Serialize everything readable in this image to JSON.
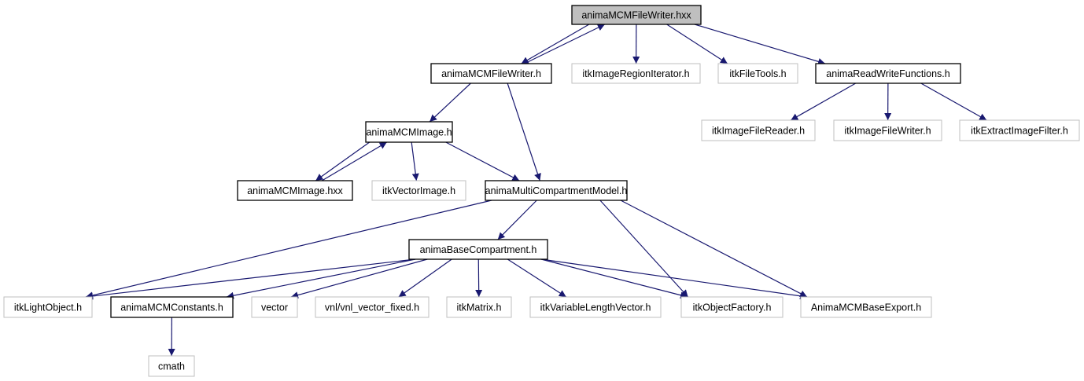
{
  "title": "animaMCMFileWriter.hxx include dependency graph",
  "colors": {
    "edge": "#191970",
    "node_border_doc": "#000000",
    "node_border_ext": "#bfbfbf",
    "root_fill": "#bfbfbf"
  },
  "nodes": [
    {
      "id": "root",
      "label": "animaMCMFileWriter.hxx",
      "kind": "root"
    },
    {
      "id": "fw_h",
      "label": "animaMCMFileWriter.h",
      "kind": "doc"
    },
    {
      "id": "iri",
      "label": "itkImageRegionIterator.h",
      "kind": "ext"
    },
    {
      "id": "ift",
      "label": "itkFileTools.h",
      "kind": "ext"
    },
    {
      "id": "rwf",
      "label": "animaReadWriteFunctions.h",
      "kind": "doc"
    },
    {
      "id": "ifr",
      "label": "itkImageFileReader.h",
      "kind": "ext"
    },
    {
      "id": "ifw",
      "label": "itkImageFileWriter.h",
      "kind": "ext"
    },
    {
      "id": "eif",
      "label": "itkExtractImageFilter.h",
      "kind": "ext"
    },
    {
      "id": "img_h",
      "label": "animaMCMImage.h",
      "kind": "doc"
    },
    {
      "id": "img_hxx",
      "label": "animaMCMImage.hxx",
      "kind": "doc"
    },
    {
      "id": "vimg",
      "label": "itkVectorImage.h",
      "kind": "ext"
    },
    {
      "id": "mcm",
      "label": "animaMultiCompartmentModel.h",
      "kind": "doc"
    },
    {
      "id": "bc",
      "label": "animaBaseCompartment.h",
      "kind": "doc"
    },
    {
      "id": "lo",
      "label": "itkLightObject.h",
      "kind": "ext"
    },
    {
      "id": "const",
      "label": "animaMCMConstants.h",
      "kind": "doc"
    },
    {
      "id": "vec",
      "label": "vector",
      "kind": "ext"
    },
    {
      "id": "vnl",
      "label": "vnl/vnl_vector_fixed.h",
      "kind": "ext"
    },
    {
      "id": "mat",
      "label": "itkMatrix.h",
      "kind": "ext"
    },
    {
      "id": "vlv",
      "label": "itkVariableLengthVector.h",
      "kind": "ext"
    },
    {
      "id": "of",
      "label": "itkObjectFactory.h",
      "kind": "ext"
    },
    {
      "id": "exp",
      "label": "AnimaMCMBaseExport.h",
      "kind": "ext"
    },
    {
      "id": "cmath",
      "label": "cmath",
      "kind": "ext"
    }
  ],
  "edges": [
    [
      "root",
      "fw_h"
    ],
    [
      "fw_h",
      "root"
    ],
    [
      "root",
      "iri"
    ],
    [
      "root",
      "ift"
    ],
    [
      "root",
      "rwf"
    ],
    [
      "rwf",
      "ifr"
    ],
    [
      "rwf",
      "ifw"
    ],
    [
      "rwf",
      "eif"
    ],
    [
      "fw_h",
      "img_h"
    ],
    [
      "fw_h",
      "mcm"
    ],
    [
      "img_h",
      "img_hxx"
    ],
    [
      "img_hxx",
      "img_h"
    ],
    [
      "img_h",
      "vimg"
    ],
    [
      "img_h",
      "mcm"
    ],
    [
      "mcm",
      "bc"
    ],
    [
      "mcm",
      "lo"
    ],
    [
      "mcm",
      "of"
    ],
    [
      "mcm",
      "exp"
    ],
    [
      "bc",
      "lo"
    ],
    [
      "bc",
      "const"
    ],
    [
      "bc",
      "vec"
    ],
    [
      "bc",
      "vnl"
    ],
    [
      "bc",
      "mat"
    ],
    [
      "bc",
      "vlv"
    ],
    [
      "bc",
      "of"
    ],
    [
      "bc",
      "exp"
    ],
    [
      "const",
      "cmath"
    ]
  ]
}
